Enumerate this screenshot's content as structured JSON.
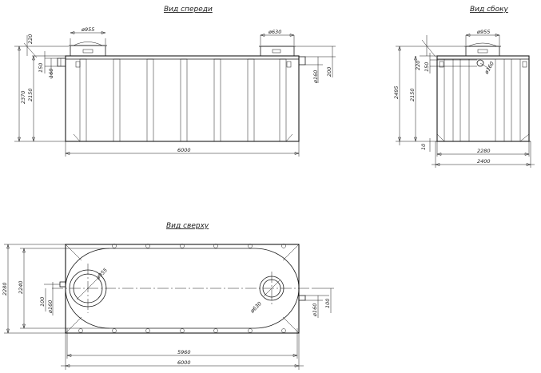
{
  "titles": {
    "front": "Вид спереди",
    "side": "Вид сбоку",
    "top": "Вид сверху"
  },
  "front": {
    "d955": "ø955",
    "d630": "ø630",
    "h220": "220",
    "h150": "150",
    "h160": "160",
    "h2370": "2370",
    "h2150": "2150",
    "r160": "ø160",
    "r200": "200",
    "w6000": "6000"
  },
  "side": {
    "d955": "ø955",
    "h220": "220",
    "h150": "150",
    "d160": "ø160",
    "h2495": "2495",
    "h2150": "2150",
    "h10": "10",
    "w2280": "2280",
    "w2400": "2400"
  },
  "top": {
    "d955": "ø955",
    "d630": "ø630",
    "h2280": "2280",
    "h2240": "2240",
    "l100": "100",
    "l160": "ø160",
    "r160": "ø160",
    "r100": "100",
    "w5960": "5960",
    "w6000": "6000"
  }
}
